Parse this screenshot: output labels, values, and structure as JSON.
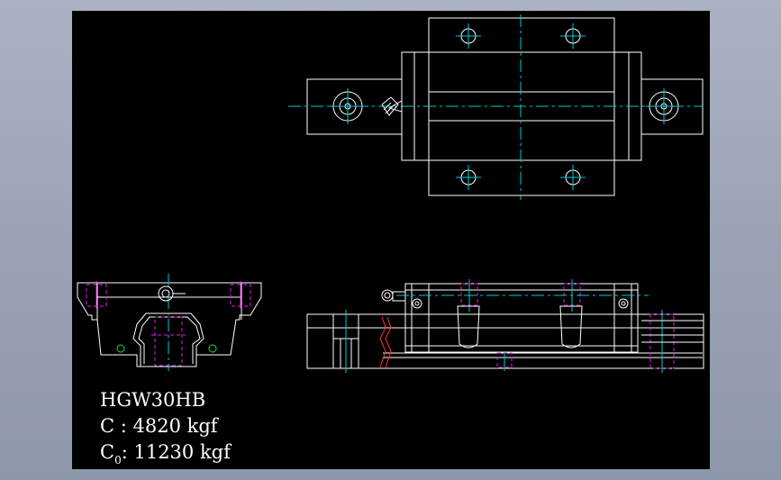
{
  "labels": {
    "model": "HGW30HB",
    "dynamic_load": "C : 4820 kgf",
    "static_load_symbol": "C",
    "static_load_subscript": "0",
    "static_load_value": ": 11230 kgf"
  },
  "colors": {
    "background": "#000000",
    "outline": "#ffffff",
    "centerline": "#00c8d8",
    "hidden": "#e020e0",
    "ball": "#20e020",
    "section": "#ff3030"
  }
}
